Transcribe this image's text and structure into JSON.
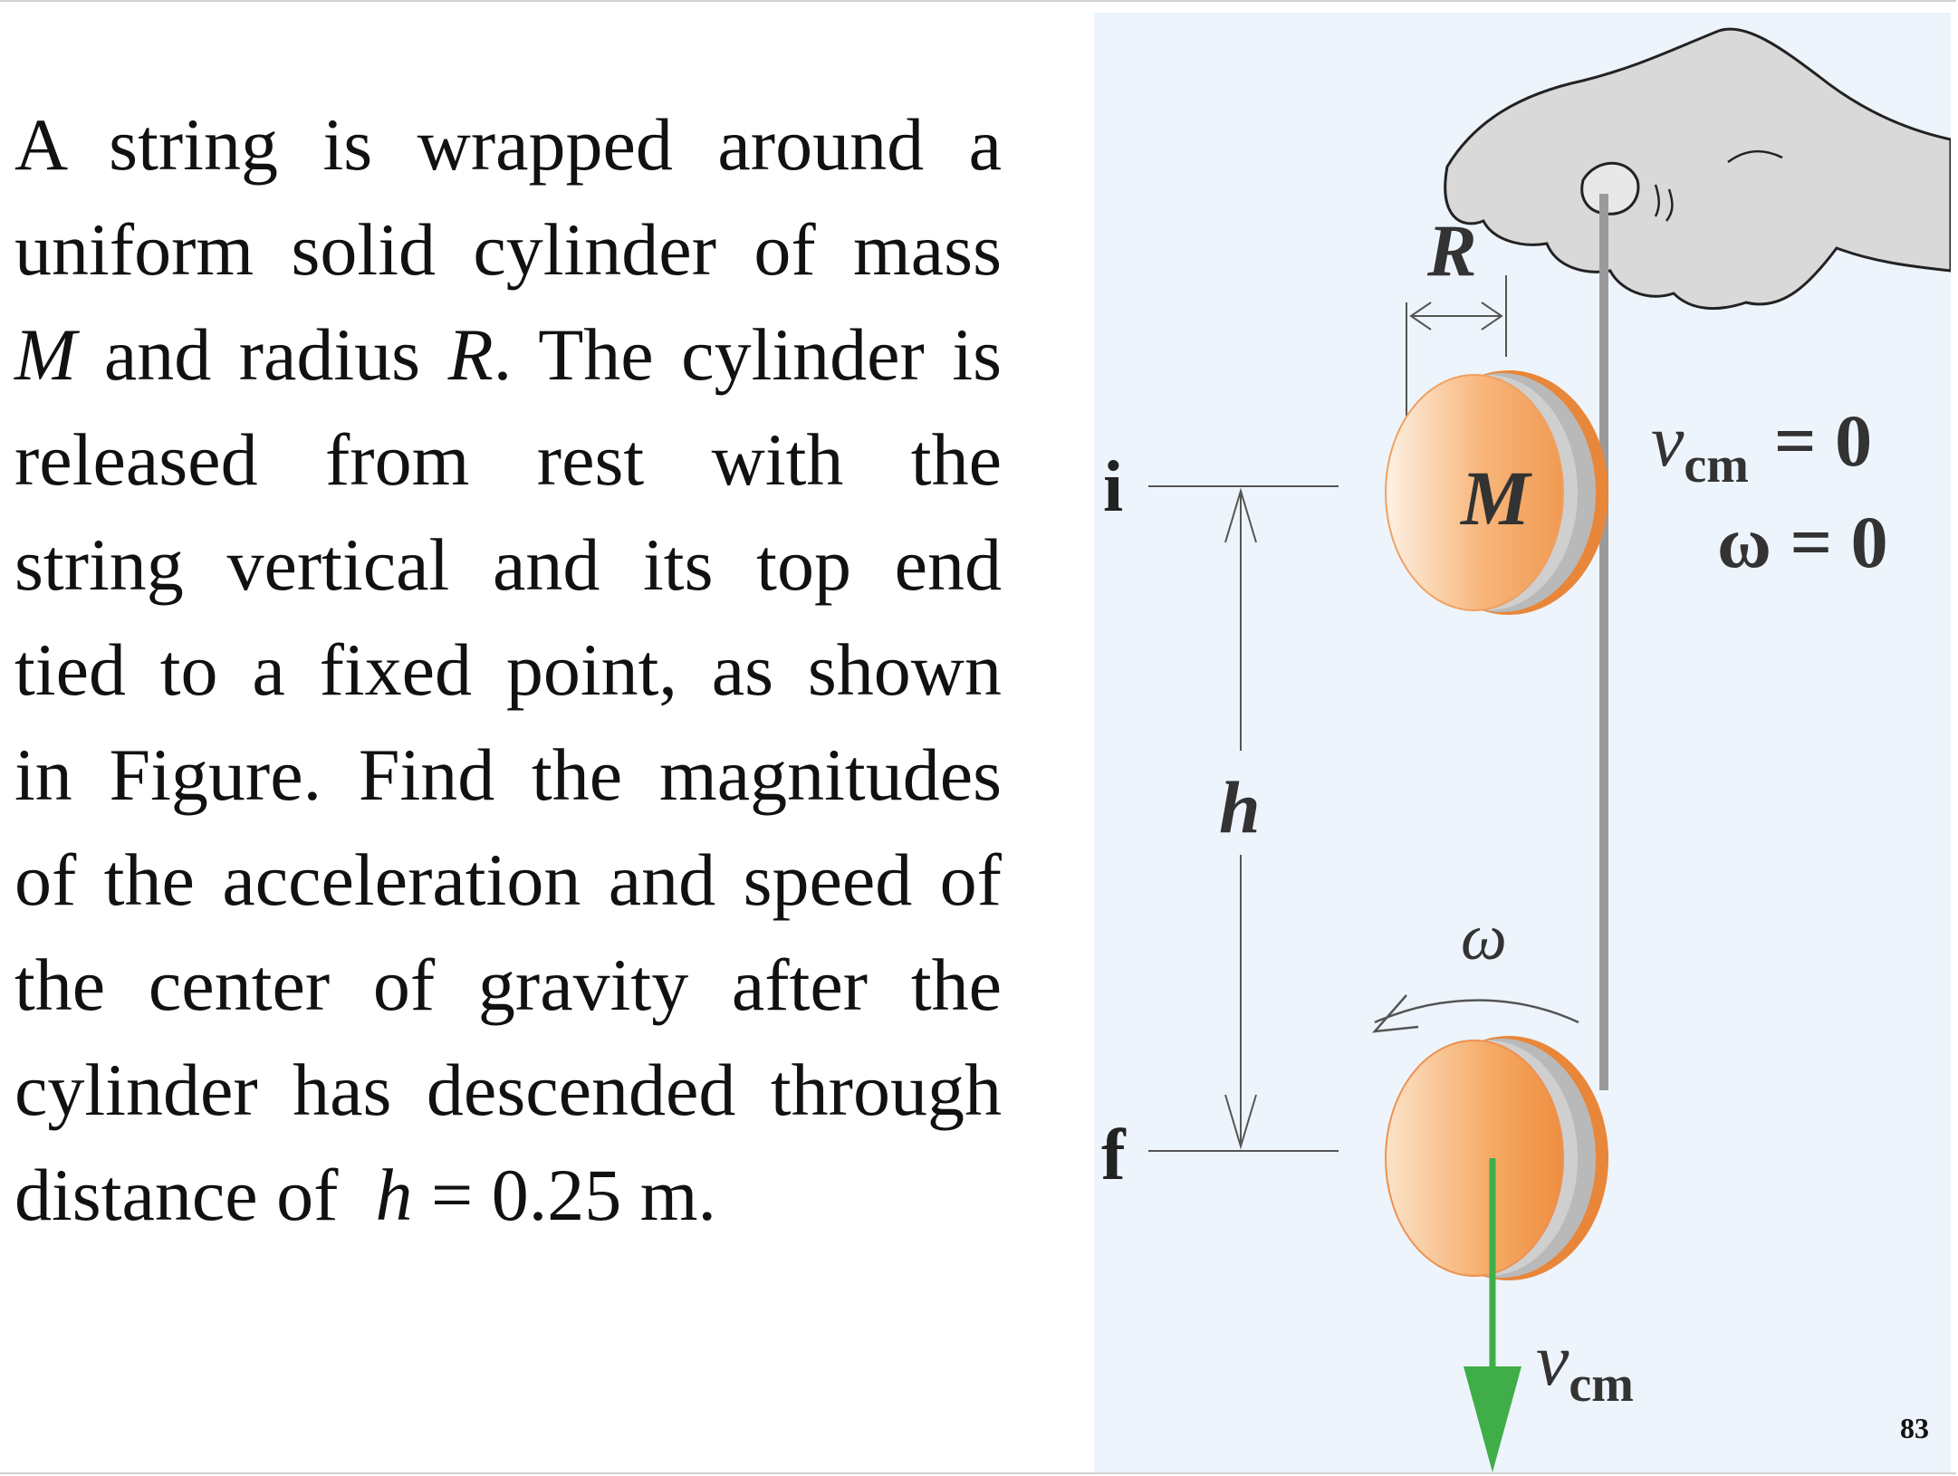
{
  "problem": {
    "lines": [
      "A string is wrapped around a",
      "uniform solid cylinder of mass",
      "and radius",
      ". The cylinder is",
      "released from rest with the",
      "string vertical and its top end",
      "tied to a fixed point, as shown",
      "in Figure. Find the magnitudes",
      "of the acceleration and speed of",
      "the center of gravity after the",
      "cylinder has descended through",
      "distance of",
      "h",
      "= 0.25 m."
    ],
    "var_M": "M",
    "var_R": "R"
  },
  "figure": {
    "label_R": "R",
    "label_M": "M",
    "label_i": "i",
    "label_f": "f",
    "label_h": "h",
    "label_omega": "ω",
    "label_vcm_initial": "v",
    "label_vcm_initial_sub": "cm",
    "label_vcm_initial_eq": "= 0",
    "label_omega_initial": "ω = 0",
    "label_vcm_final": "v",
    "label_vcm_final_sub": "cm",
    "colors": {
      "cylinder_face": "#f5a35f",
      "cylinder_edge": "#e8863a",
      "string": "#9a9a9a",
      "velocity_arrow": "#3fae49",
      "background": "#eef4fb",
      "hand": "#d9d9d9"
    }
  },
  "page_number": "83"
}
